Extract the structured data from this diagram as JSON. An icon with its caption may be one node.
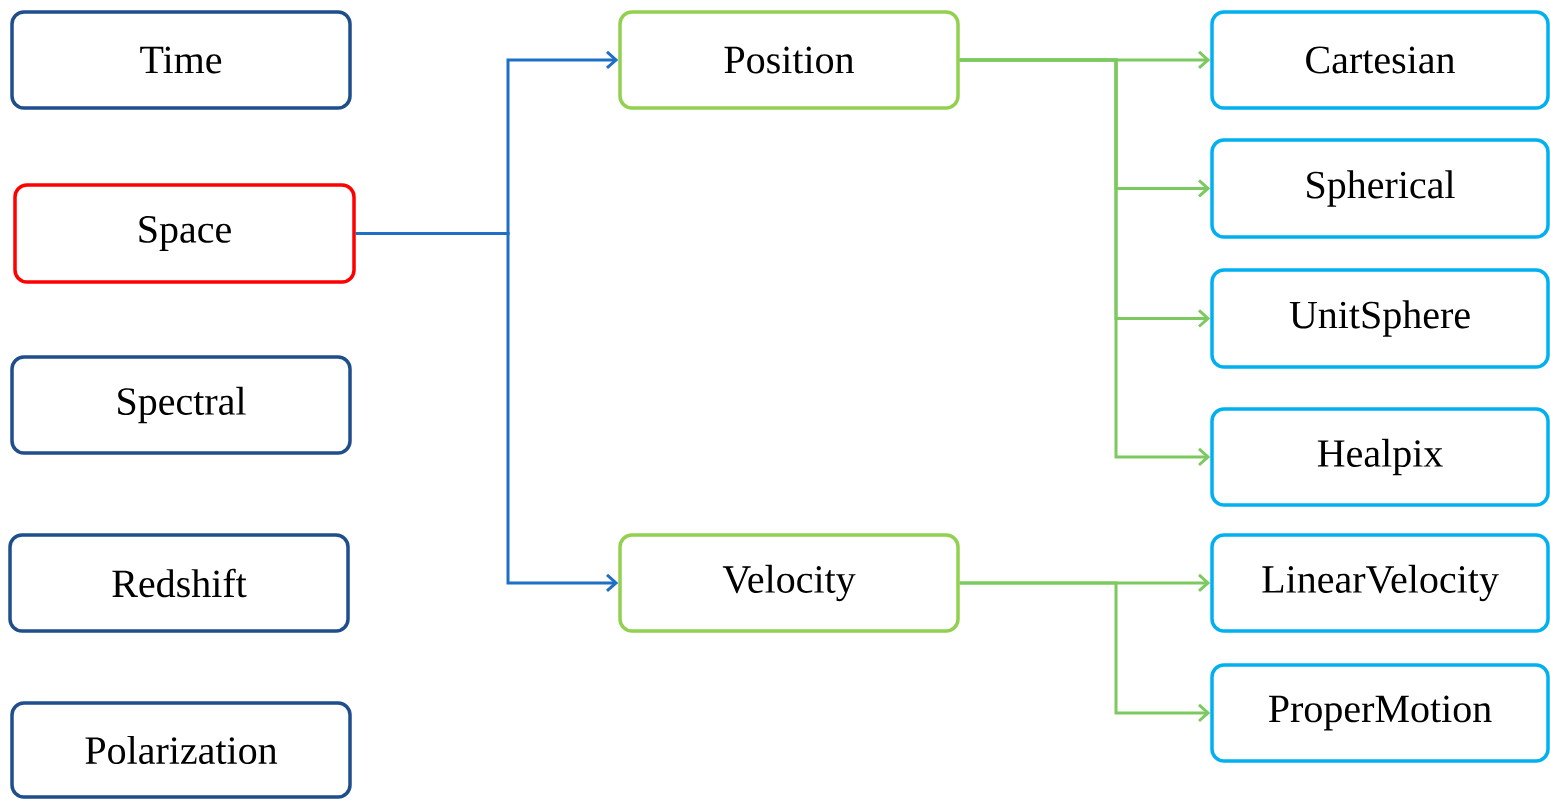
{
  "diagram": {
    "nodes": [
      {
        "text": [
          "Time"
        ]
      },
      {
        "text": [
          "Space"
        ]
      },
      {
        "text": [
          "Spectral"
        ]
      },
      {
        "text": [
          "Redshift"
        ]
      },
      {
        "text": [
          "Polarization"
        ]
      },
      {
        "text": [
          "Position"
        ]
      },
      {
        "text": [
          "Velocity"
        ]
      },
      {
        "text": [
          "Cartesian"
        ]
      },
      {
        "text": [
          "Spherical"
        ]
      },
      {
        "text": [
          "UnitSphere"
        ]
      },
      {
        "text": [
          "Healpix"
        ]
      },
      {
        "text": [
          "LinearVelocity"
        ]
      },
      {
        "text": [
          "ProperMotion"
        ]
      }
    ],
    "edges": [
      {
        "from": 1,
        "to": 5,
        "arrow": "to",
        "color": "#1f6fc5"
      },
      {
        "from": 1,
        "to": 6,
        "arrow": "to",
        "color": "#1f6fc5"
      },
      {
        "from": 5,
        "to": 7,
        "arrow": "to"
      },
      {
        "from": 5,
        "to": 8,
        "arrow": "to"
      },
      {
        "from": 5,
        "to": 9,
        "arrow": "to"
      },
      {
        "from": 5,
        "to": 10,
        "arrow": "to"
      },
      {
        "from": 6,
        "to": 11,
        "arrow": "to"
      },
      {
        "from": 6,
        "to": 12,
        "arrow": "to"
      }
    ]
  }
}
